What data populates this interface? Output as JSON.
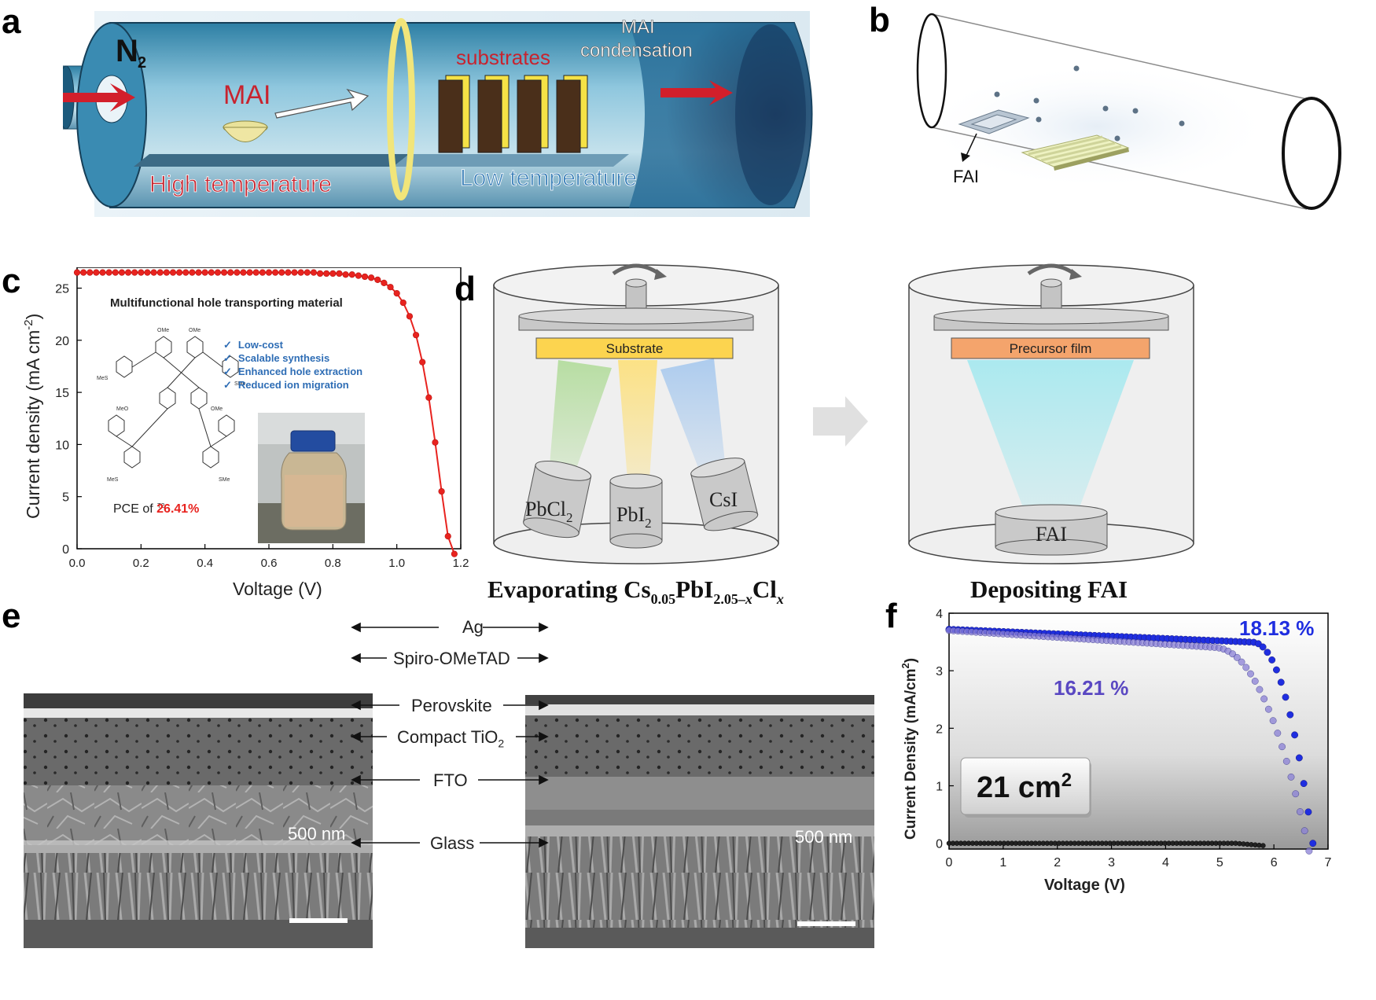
{
  "panels": {
    "a": {
      "label": "a",
      "gas": "N",
      "gas_sub": "2",
      "source": "MAI",
      "substrates": "substrates",
      "condensation_line1": "MAI",
      "condensation_line2": "condensation",
      "high_temp": "High temperature",
      "low_temp": "Low temperature"
    },
    "b": {
      "label": "b",
      "source": "FAI"
    },
    "c": {
      "label": "c",
      "ylabel": "Current density (mA cm",
      "ylabel_sup": "-2",
      "ylabel_end": ")",
      "xlabel": "Voltage (V)",
      "inset_title": "Multifunctional hole transporting material",
      "bullets": [
        "Low-cost",
        "Scalable synthesis",
        "Enhanced hole extraction",
        "Reduced ion migration"
      ],
      "check": "✓",
      "molecule_name": "T2",
      "pce_prefix": "PCE of ",
      "pce_value": "26.41%",
      "colors": {
        "curve": "#e8231f",
        "bullet_text": "#2e6db5",
        "pce": "#e8231f"
      }
    },
    "d": {
      "label": "d",
      "left_plate": "Substrate",
      "sources": [
        "PbCl",
        "PbI",
        "CsI"
      ],
      "source_subs": [
        "2",
        "2",
        ""
      ],
      "right_plate": "Precursor film",
      "right_source": "FAI",
      "caption_left_main": "Evaporating Cs",
      "caption_left_s1": "0.05",
      "caption_left_pb": "PbI",
      "caption_left_s2": "2.05–",
      "caption_left_s2x": "x",
      "caption_left_cl": "Cl",
      "caption_left_s3": "x",
      "caption_right": "Depositing FAI",
      "colors": {
        "substrate": "#fcd44f",
        "precursor": "#f4a46c",
        "beam_green": "#a9d98f",
        "beam_yellow": "#fde07a",
        "beam_blue": "#a6c8ee",
        "beam_cyan": "#9fe8ef"
      }
    },
    "e": {
      "label": "e",
      "layers": [
        "Ag",
        "Spiro-OMeTAD",
        "Perovskite",
        "Compact TiO",
        "FTO",
        "Glass"
      ],
      "tio2_sub": "2",
      "scale_left": "500 nm",
      "scale_right": "500 nm"
    },
    "f": {
      "label": "f",
      "ylabel": "Current Density (mA/cm",
      "ylabel_sup": "2",
      "ylabel_end": ")",
      "xlabel": "Voltage (V)",
      "pce_top": "18.13 %",
      "pce_bottom": "16.21 %",
      "area": "21 cm",
      "area_sup": "2",
      "colors": {
        "series_top": "#1f2ee0",
        "series_bottom": "#8a80d6",
        "dark": "#222222"
      }
    }
  },
  "chart_data": [
    {
      "panel": "c",
      "type": "line",
      "xlabel": "Voltage (V)",
      "ylabel": "Current density (mA cm-2)",
      "xlim": [
        0,
        1.2
      ],
      "ylim": [
        0,
        27
      ],
      "xticks": [
        0.0,
        0.2,
        0.4,
        0.6,
        0.8,
        1.0,
        1.2
      ],
      "yticks": [
        0,
        5,
        10,
        15,
        20,
        25
      ],
      "series": [
        {
          "x": [
            0,
            0.02,
            0.04,
            0.06,
            0.08,
            0.1,
            0.12,
            0.14,
            0.16,
            0.18,
            0.2,
            0.22,
            0.24,
            0.26,
            0.28,
            0.3,
            0.32,
            0.34,
            0.36,
            0.38,
            0.4,
            0.42,
            0.44,
            0.46,
            0.48,
            0.5,
            0.52,
            0.54,
            0.56,
            0.58,
            0.6,
            0.62,
            0.64,
            0.66,
            0.68,
            0.7,
            0.72,
            0.74,
            0.76,
            0.78,
            0.8,
            0.82,
            0.84,
            0.86,
            0.88,
            0.9,
            0.92,
            0.94,
            0.96,
            0.98,
            1.0,
            1.02,
            1.04,
            1.06,
            1.08,
            1.1,
            1.12,
            1.14,
            1.16,
            1.18
          ],
          "y": [
            26.5,
            26.5,
            26.5,
            26.5,
            26.5,
            26.5,
            26.5,
            26.5,
            26.5,
            26.5,
            26.5,
            26.5,
            26.5,
            26.5,
            26.5,
            26.5,
            26.5,
            26.5,
            26.5,
            26.5,
            26.5,
            26.5,
            26.5,
            26.5,
            26.5,
            26.5,
            26.5,
            26.5,
            26.5,
            26.5,
            26.5,
            26.5,
            26.5,
            26.5,
            26.5,
            26.5,
            26.5,
            26.5,
            26.4,
            26.4,
            26.4,
            26.4,
            26.3,
            26.3,
            26.2,
            26.1,
            26.0,
            25.8,
            25.5,
            25.1,
            24.5,
            23.6,
            22.3,
            20.5,
            17.9,
            14.5,
            10.2,
            5.5,
            1.2,
            -0.5
          ]
        }
      ]
    },
    {
      "panel": "f",
      "type": "scatter",
      "xlabel": "Voltage (V)",
      "ylabel": "Current Density (mA/cm2)",
      "xlim": [
        0,
        7
      ],
      "ylim": [
        -0.1,
        4
      ],
      "xticks": [
        0,
        1,
        2,
        3,
        4,
        5,
        6,
        7
      ],
      "yticks": [
        0,
        1,
        2,
        3,
        4
      ],
      "series": [
        {
          "label": "18.13 %",
          "x_start": 0,
          "x_end": 6.72,
          "jsc": 3.72,
          "voc": 6.72,
          "knee": 5.6
        },
        {
          "label": "16.21 %",
          "x_start": 0,
          "x_end": 6.65,
          "jsc": 3.7,
          "voc": 6.65,
          "knee": 4.9
        },
        {
          "label": "dark",
          "x_start": 0,
          "x_end": 5.8,
          "jsc": 0.0,
          "voc": 5.8,
          "knee": 5.3
        }
      ]
    }
  ]
}
